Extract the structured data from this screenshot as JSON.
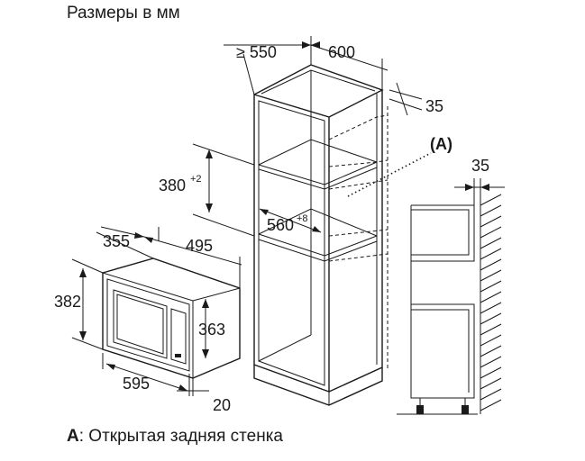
{
  "title": "Размеры в мм",
  "caption": {
    "letter": "A",
    "text": ": Открытая задняя стенка"
  },
  "dimensions": {
    "niche_depth": "≥ 550",
    "niche_width": "600",
    "top_gap": "35",
    "niche_height": "380",
    "niche_height_tol": "+2",
    "shelf_width": "560",
    "shelf_width_tol": "+8",
    "label_a": "(A)",
    "wall_gap": "35",
    "oven_depth": "355",
    "oven_width_top": "495",
    "oven_height": "382",
    "inner_height": "363",
    "oven_width": "595",
    "frame_depth": "20"
  }
}
